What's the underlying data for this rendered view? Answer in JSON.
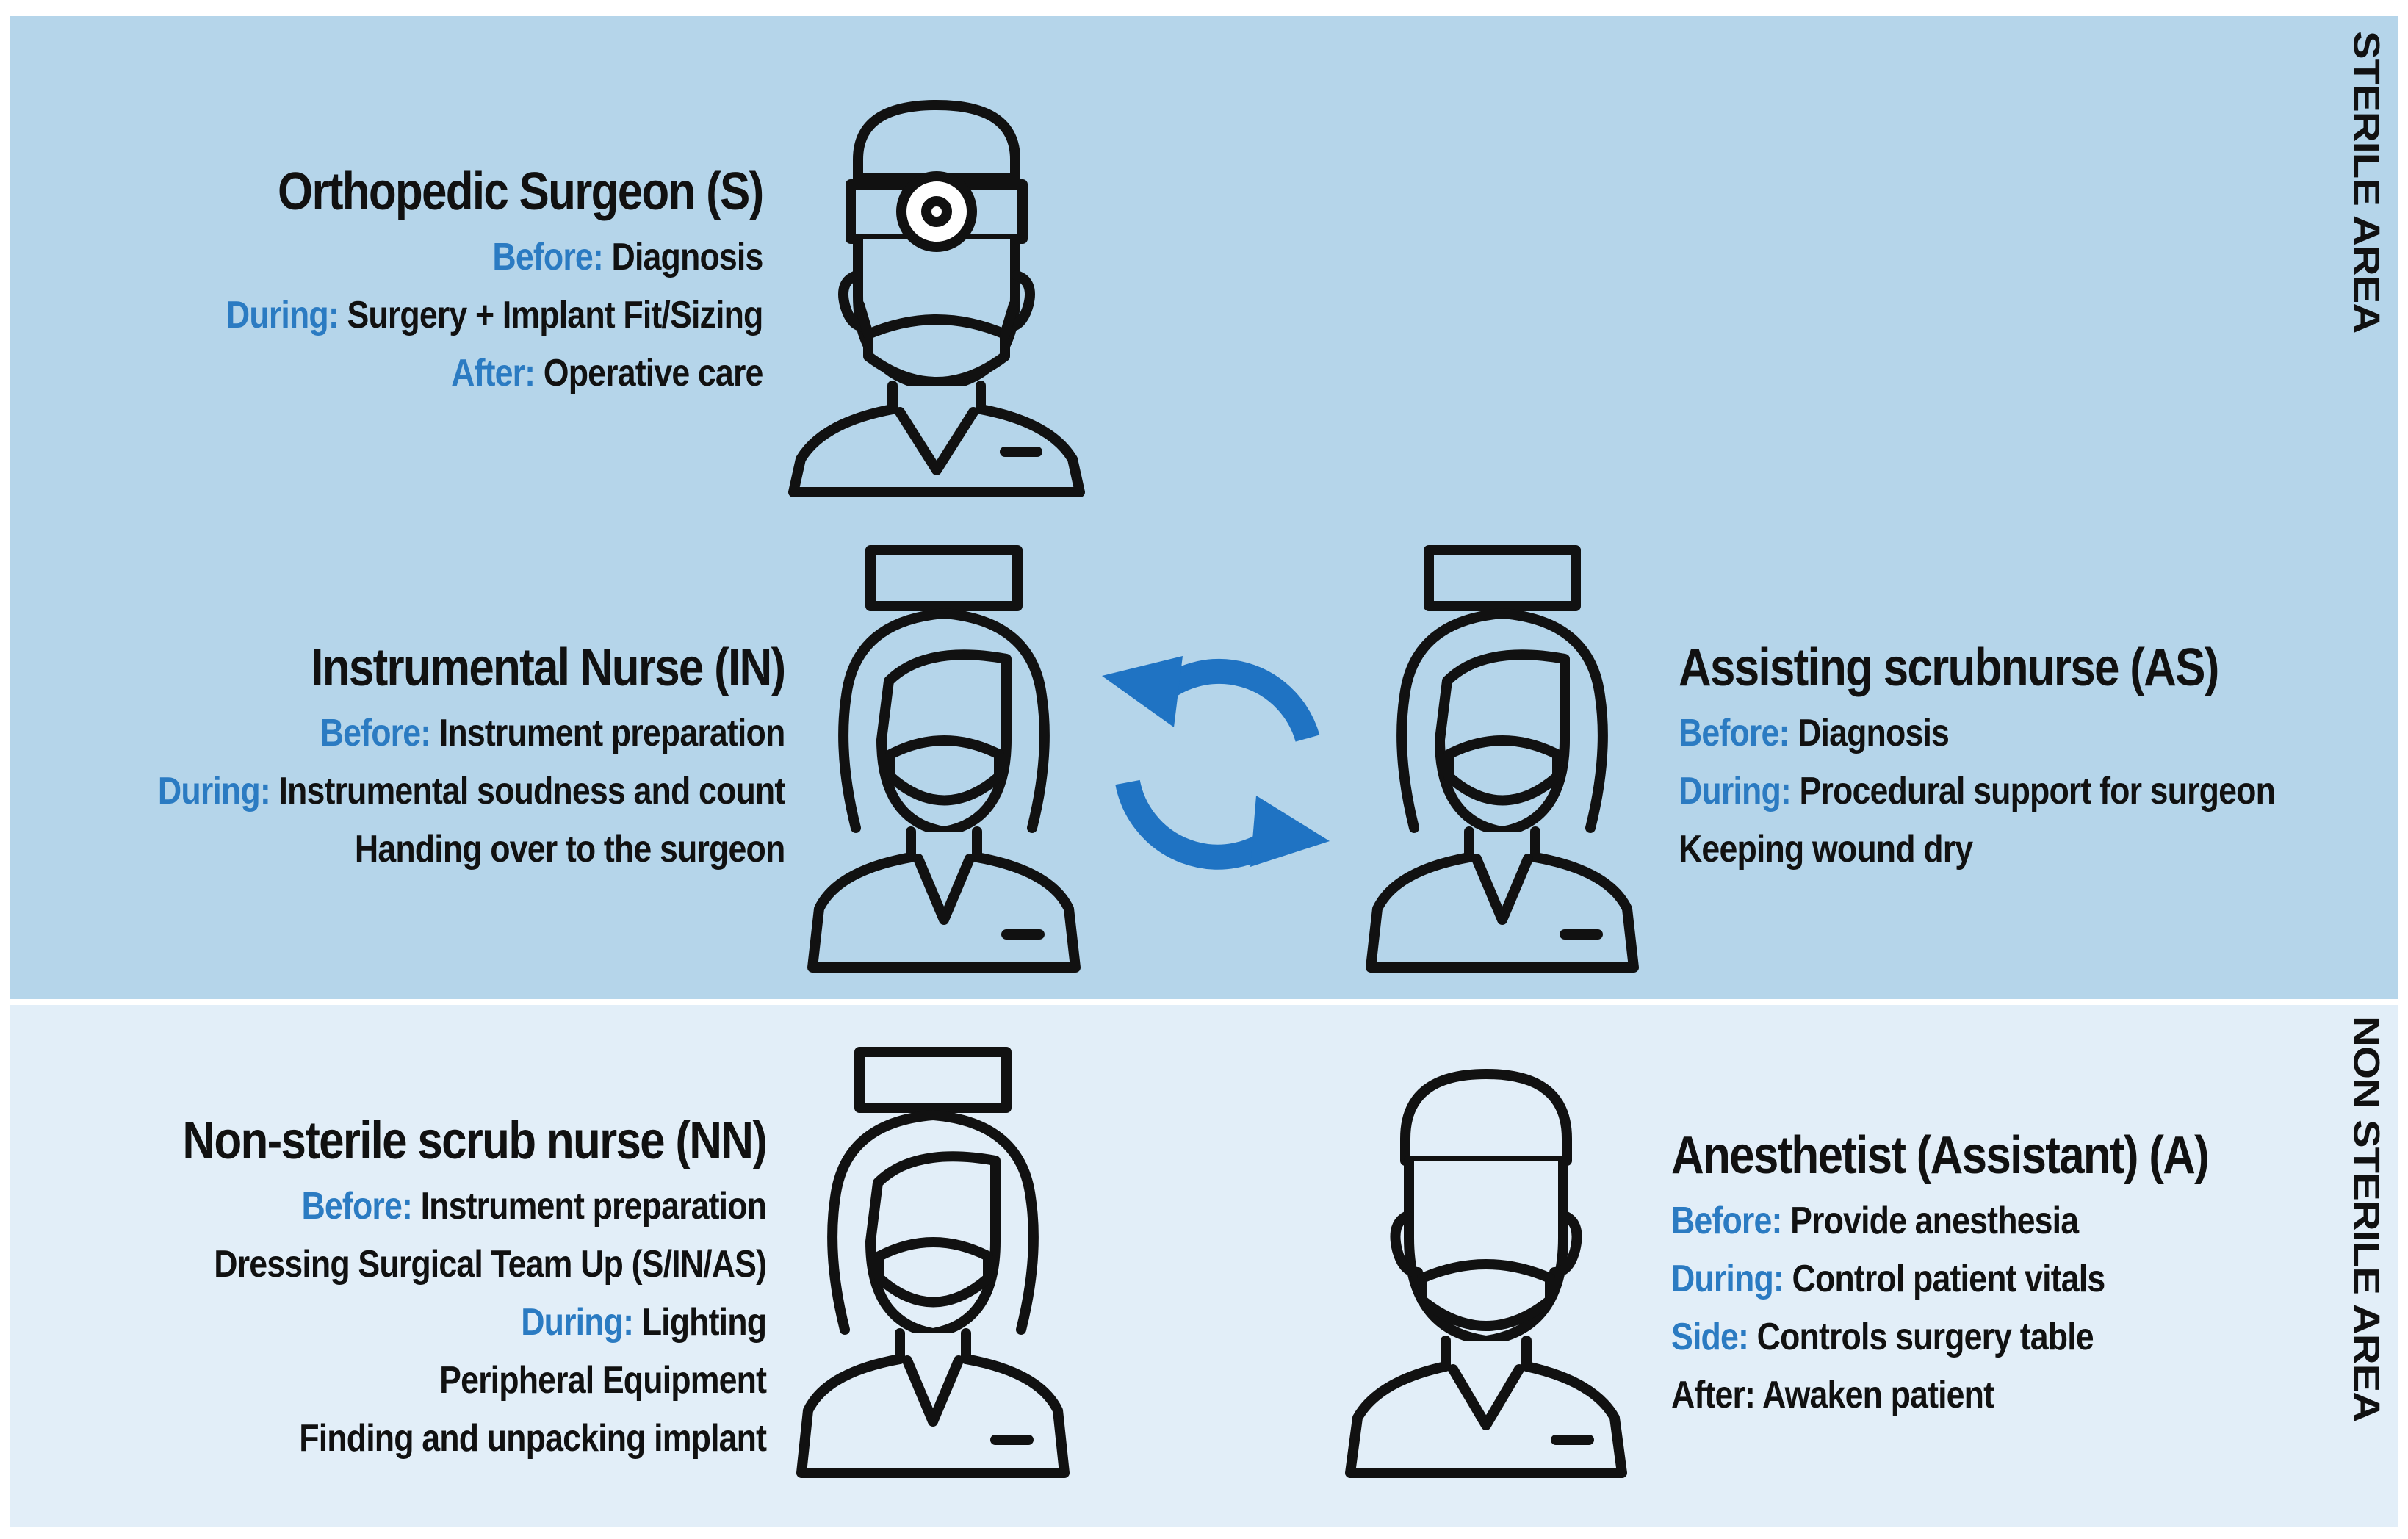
{
  "colors": {
    "sterile_bg": "#b5d5ea",
    "nonsterile_bg": "#e2eef8",
    "label_blue": "#2b7bc2",
    "cycle_arrow": "#1f73c3",
    "line": "#111111"
  },
  "zones": {
    "sterile": "STERILE AREA",
    "non_sterile": "NON STERILE AREA"
  },
  "roles": {
    "surgeon": {
      "title": "Orthopedic Surgeon (S)",
      "lines": [
        {
          "label": "Before:",
          "text": " Diagnosis"
        },
        {
          "label": "During:",
          "text": " Surgery + Implant Fit/Sizing"
        },
        {
          "label": "After:",
          "text": " Operative care"
        }
      ],
      "icon": "surgeon-with-head-mirror-icon"
    },
    "instrumental_nurse": {
      "title": "Instrumental Nurse (IN)",
      "lines": [
        {
          "label": "Before:",
          "text": " Instrument preparation"
        },
        {
          "label": "During:",
          "text": " Instrumental soudness and count"
        },
        {
          "label": "",
          "text": "Handing over to the surgeon"
        }
      ],
      "icon": "female-nurse-icon"
    },
    "assisting_scrubnurse": {
      "title": "Assisting scrubnurse (AS)",
      "lines": [
        {
          "label": "Before:",
          "text": " Diagnosis"
        },
        {
          "label": "During:",
          "text": " Procedural support for surgeon"
        },
        {
          "label": "",
          "text": "Keeping wound dry"
        }
      ],
      "icon": "female-nurse-icon"
    },
    "nonsterile_nurse": {
      "title": "Non-sterile scrub nurse (NN)",
      "lines": [
        {
          "label": "Before:",
          "text": " Instrument preparation"
        },
        {
          "label": "",
          "text": "Dressing Surgical Team Up (S/IN/AS)"
        },
        {
          "label": "During:",
          "text": " Lighting"
        },
        {
          "label": "",
          "text": "Peripheral Equipment"
        },
        {
          "label": "",
          "text": "Finding and unpacking implant"
        }
      ],
      "icon": "female-nurse-icon"
    },
    "anesthetist": {
      "title": "Anesthetist (Assistant) (A)",
      "lines": [
        {
          "label": "Before:",
          "text": " Provide anesthesia"
        },
        {
          "label": "During:",
          "text": " Control patient vitals"
        },
        {
          "label": "Side:",
          "text": " Controls surgery table"
        },
        {
          "label": "",
          "text": "After: Awaken patient"
        }
      ],
      "icon": "male-doctor-icon"
    }
  },
  "exchange_icon": "swap-cycle-arrows-icon"
}
